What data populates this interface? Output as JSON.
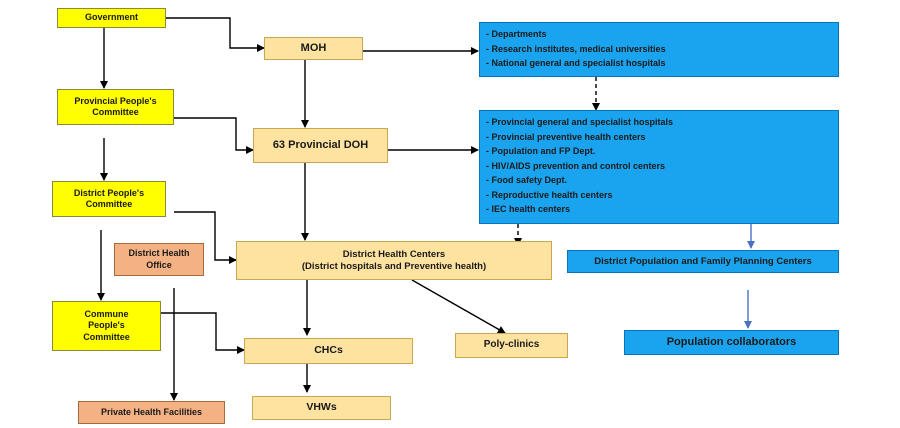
{
  "nodes": {
    "government": "Government",
    "provincial_committee": "Provincial People's\nCommittee",
    "district_committee": "District People's\nCommittee",
    "commune_committee": "Commune\nPeople's\nCommittee",
    "district_health_office": "District Health\nOffice",
    "private_health_facilities": "Private Health Facilities",
    "moh": "MOH",
    "provincial_doh": "63 Provincial DOH",
    "district_health_centers": "District Health Centers\n(District hospitals and Preventive health)",
    "chcs": "CHCs",
    "vhws": "VHWs",
    "poly_clinics": "Poly-clinics",
    "district_pop_centers": "District Population and Family Planning Centers",
    "population_collaborators": "Population collaborators"
  },
  "moh_units": [
    "- Departments",
    "- Research institutes, medical universities",
    "- National general and specialist hospitals"
  ],
  "provincial_units": [
    "- Provincial general and specialist hospitals",
    "- Provincial preventive health centers",
    "- Population and FP Dept.",
    "- HIV/AIDS prevention and control centers",
    "- Food safety Dept.",
    "- Reproductive health centers",
    "- IEC health centers"
  ],
  "colors": {
    "committee": "#ffff00",
    "health_unit": "#fde2a0",
    "office": "#f4b183",
    "population": "#1aa3ee",
    "arrow_black": "#000000",
    "arrow_blue": "#4a72c4"
  }
}
